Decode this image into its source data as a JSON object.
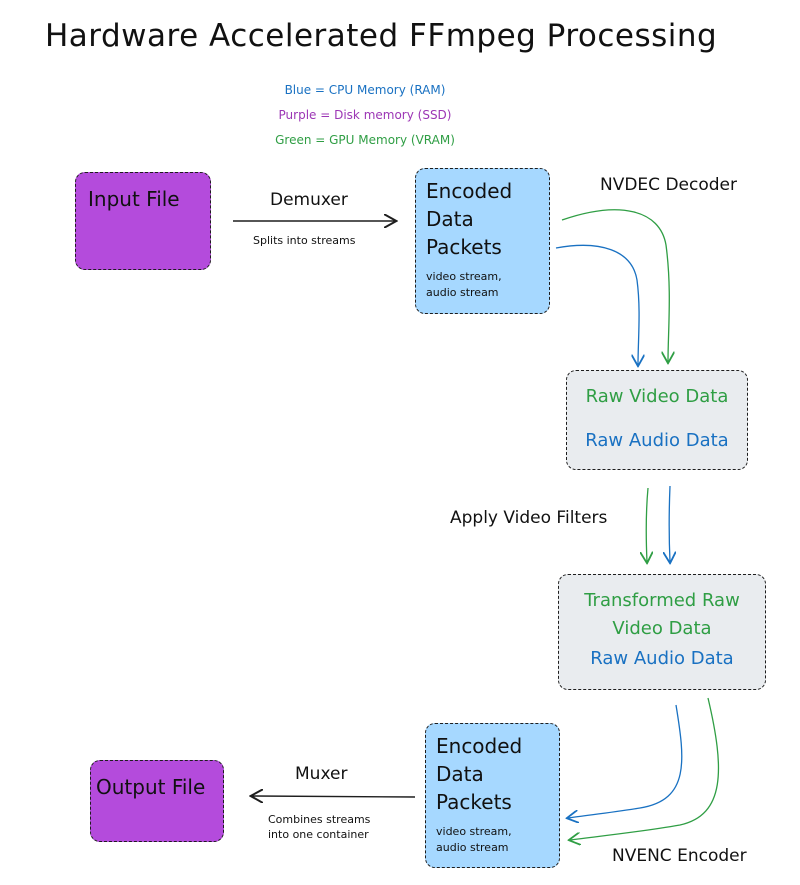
{
  "title": "Hardware Accelerated FFmpeg Processing",
  "legend": {
    "blue": "Blue = CPU Memory (RAM)",
    "purple": "Purple = Disk memory (SSD)",
    "green": "Green = GPU Memory (VRAM)"
  },
  "colors": {
    "cpu_blue": "#1971c2",
    "disk_purple": "#9c36b5",
    "gpu_green": "#2f9e44",
    "input_fill": "#b44bdc",
    "packet_fill": "#a6d8ff",
    "raw_fill": "#e9ecef"
  },
  "nodes": {
    "input_file": "Input File",
    "encoded_top": {
      "title_lines": [
        "Encoded",
        "Data",
        "Packets"
      ],
      "sub_lines": [
        "video stream,",
        "audio stream"
      ]
    },
    "raw_data": {
      "video": "Raw Video Data",
      "audio": "Raw Audio Data"
    },
    "transformed": {
      "video_lines": [
        "Transformed Raw",
        "Video Data"
      ],
      "audio": "Raw Audio Data"
    },
    "encoded_bottom": {
      "title_lines": [
        "Encoded",
        "Data",
        "Packets"
      ],
      "sub_lines": [
        "video stream,",
        "audio stream"
      ]
    },
    "output_file": "Output File"
  },
  "edges": {
    "demuxer": {
      "label": "Demuxer",
      "sub": "Splits into streams"
    },
    "nvdec": {
      "label": "NVDEC Decoder"
    },
    "filters": {
      "label": "Apply Video Filters"
    },
    "nvenc": {
      "label": "NVENC Encoder"
    },
    "muxer": {
      "label": "Muxer",
      "sub_lines": [
        "Combines streams",
        "into one container"
      ]
    }
  }
}
